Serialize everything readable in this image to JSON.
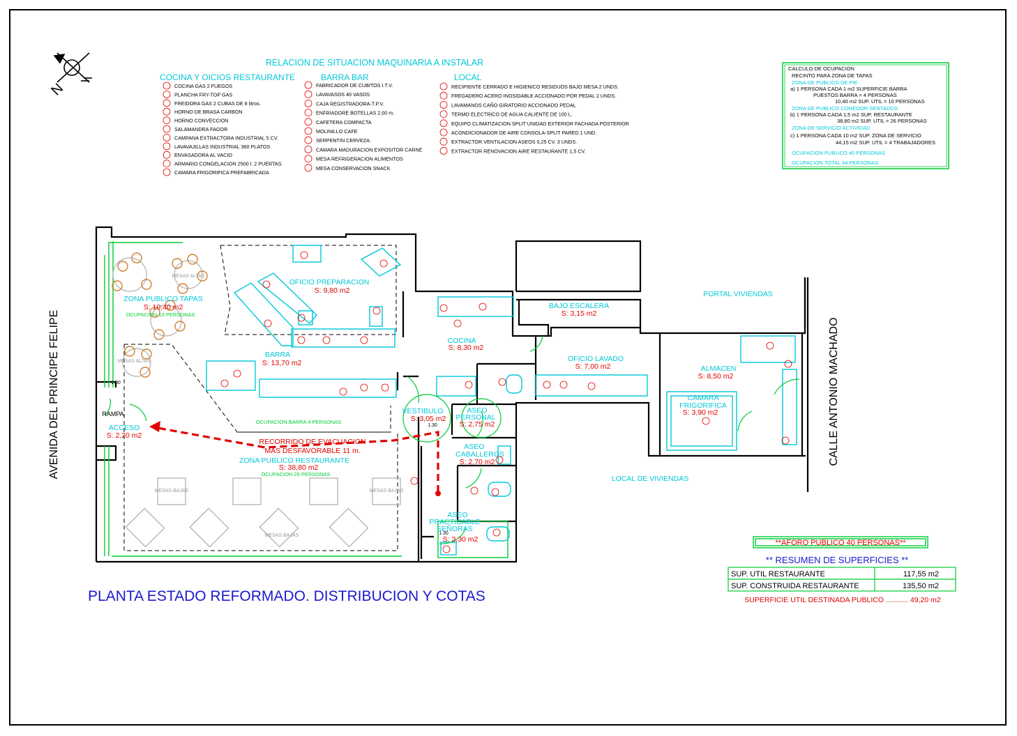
{
  "legend": {
    "title": "RELACION DE SITUACION MAQUINARIA A INSTALAR",
    "groups": [
      {
        "heading": "COCINA Y OICIOS RESTAURANTE",
        "items": [
          "COCINA GAS 2 FUEGOS",
          "PLANCHA FRY-TOP GAS",
          "FREIDORA GAS 2 CUBAS DE 8 litros.",
          "HORNO DE BRASA CARBON",
          "HORNO CONVECCION",
          "SALAMANDRA FAGOR",
          "CAMPANA EXTRACTORA INDUSTRIAL 5 CV.",
          "LAVAVAJILLAS INDUSTRIAL 360 PLATOS",
          "ENVASADORA AL VACIO",
          "ARMARIO CONGELACION 2500 l. 2 PUERTAS.",
          "CAMARA FRIGORIFICA PREFABRICADA"
        ]
      },
      {
        "heading": "BARRA BAR",
        "items": [
          "FABRICADOR DE CUBITOS I.T.V.",
          "LAVAVASOS 40 VASOS",
          "CAJA REGISTRADORA-T.P.V.",
          "ENFRIADORE BOTELLAS 2,00 m.",
          "CAFETERA COMPACTA",
          "MOLINILLO CAFE",
          "SERPENTIN CERVEZA.",
          "CAMARA MADURACION EXPOSITOR CARNE",
          "MESA REFRIGERACION ALIMENTOS",
          "MESA CONSERVACION SNACK"
        ]
      },
      {
        "heading": "LOCAL",
        "items": [
          "RECIPIENTE CERRADO E HIGIENICO RESIDUOS BAJO MESA 2 UNDS.",
          "FREGADERO ACERO INOSIDABLE ACCIONADO POR PEDAL 2 UNDS.",
          "LAVAMANOS CAÑO GIRATORIO ACCIONADO PEDAL",
          "TERMO ELECTRICO DE AGUA CALIENTE DE 100 L.",
          "EQUIPO CLIMATIZACION SPLIT UNIDAD EXTERIOR FACHADA POSTERIOR",
          "ACONDICIONADOR DE AIRE CONSOLA-SPLIT PARED 1 UND.",
          "EXTRACTOR VENTILACION ASEOS 0,25 CV. 3 UNDS.",
          "EXTRACTOR RENOVACION AIRE RESTAURANTE 1,5 CV."
        ]
      }
    ]
  },
  "occupancy": {
    "title": "CALCULO DE OCUPACION",
    "subtitle": "RECINTO PARA ZONA DE TAPAS",
    "zone1": "ZONA DE PUBLICO DE PIE",
    "line1a": "a) 1 PERSONA CADA 1 m2 SUPERFICIE BARRA",
    "line1b": "PUESTOS BARRA   =   4  PERSONAS",
    "line1c": "10,40 m2 SUP. UTIL = 10 PERSONAS",
    "zone2": "ZONA DE PUBLICO COMEDOR SENTADOS",
    "line2a": "b) 1 PERSONA CADA 1,5 m2 SUP. RESTAURANTE",
    "line2b": "38,80 m2 SUP. UTIL = 26 PERSONAS",
    "zone3": "ZONA DE SERVICIO ACTIVIDAD",
    "line3a": "c) 1 PERSONA CADA 10 m2 SUP. ZONA DE SERVICIO",
    "line3b": "44,15 m2 SUP. UTIL =  4 TRABAJADORES",
    "public": "OCUPACION PUBLICO 40 PERSONAS",
    "total": "OCUPACION TOTAL 44 PERSONAS"
  },
  "streets": {
    "left": "AVENIDA DEL PRINCIPE FELIPE",
    "right": "CALLE ANTONIO MACHADO",
    "portal": "PORTAL VIVIENDAS",
    "local": "LOCAL DE VIVIENDAS"
  },
  "north": "N",
  "rooms": {
    "oficio_name": "OFICIO PREPARACION",
    "oficio_area": "S: 9,80 m2",
    "tapas_name": "ZONA PUBLICO TAPAS",
    "tapas_area": "S: 10,40 m2",
    "tapas_occ": "OCUPACION 10 PERSONAS",
    "barra_name": "BARRA",
    "barra_area": "S: 13,70 m2",
    "cocina_name": "COCINA",
    "cocina_area": "S: 8,30 m2",
    "escalera_name": "BAJO ESCALERA",
    "escalera_area": "S: 3,15 m2",
    "lavado_name": "OFICIO LAVADO",
    "lavado_area": "S: 7,00 m2",
    "almacen_name": "ALMACEN",
    "almacen_area": "S: 8,50 m2",
    "camara_name1": "CAMARA",
    "camara_name2": "FRIGORIFICA",
    "camara_area": "S: 3,90 m2",
    "vestibulo_name": "VESTIBULO",
    "vestibulo_area": "S: 3,05 m2",
    "aseo_p1": "ASEO",
    "aseo_p2": "PERSONAL",
    "aseo_p_area": "S: 2,75 m2",
    "aseo_c1": "ASEO",
    "aseo_c2": "CABALLEROS",
    "aseo_c_area": "S: 2,70 m2",
    "aseo_s1": "ASEO",
    "aseo_s2": "PRACTICABLE",
    "aseo_s3": "SEÑORAS",
    "aseo_s_area": "S: 3,30 m2",
    "acceso_name": "ACCESO",
    "acceso_area": "S: 2,20 m2",
    "rampa": "RAMPA",
    "rest_name": "ZONA PUBLICO RESTAURANTE",
    "rest_area": "S: 38,80 m2",
    "rest_occ": "OCUPACION 26 PERSONAS",
    "barra_occ": "OCUPACION BARRA 4 PERSONAS",
    "evac1": "RECORRIDO DE EVACUACION",
    "evac2": "MAS DESFAVORABLE 11 m.",
    "mesas_altas": "MESAS ALTAS",
    "mesas_bajas": "MESAS BAJAS",
    "dim_100": "1.00",
    "dim_130": "1.30"
  },
  "summary": {
    "aforo": "**AFORO PUBLICO  40 PERSONAS**",
    "title": "** RESUMEN DE SUPERFICIES **",
    "rows": [
      {
        "label": "SUP. UTIL RESTAURANTE",
        "value": "117,55 m2"
      },
      {
        "label": "SUP. CONSTRUIDA RESTAURANTE",
        "value": "135,50 m2"
      }
    ],
    "publico": "SUPERFICIE UTIL DESTINADA PUBLICO ........... 49,20 m2"
  },
  "plan_title": "PLANTA ESTADO REFORMADO. DISTRIBUCION Y COTAS",
  "colors": {
    "cyan": "#00c8d8",
    "green": "#00cc33",
    "red": "#e00000",
    "blue": "#1a1acc",
    "orange": "#d08030",
    "ink": "#000000"
  }
}
